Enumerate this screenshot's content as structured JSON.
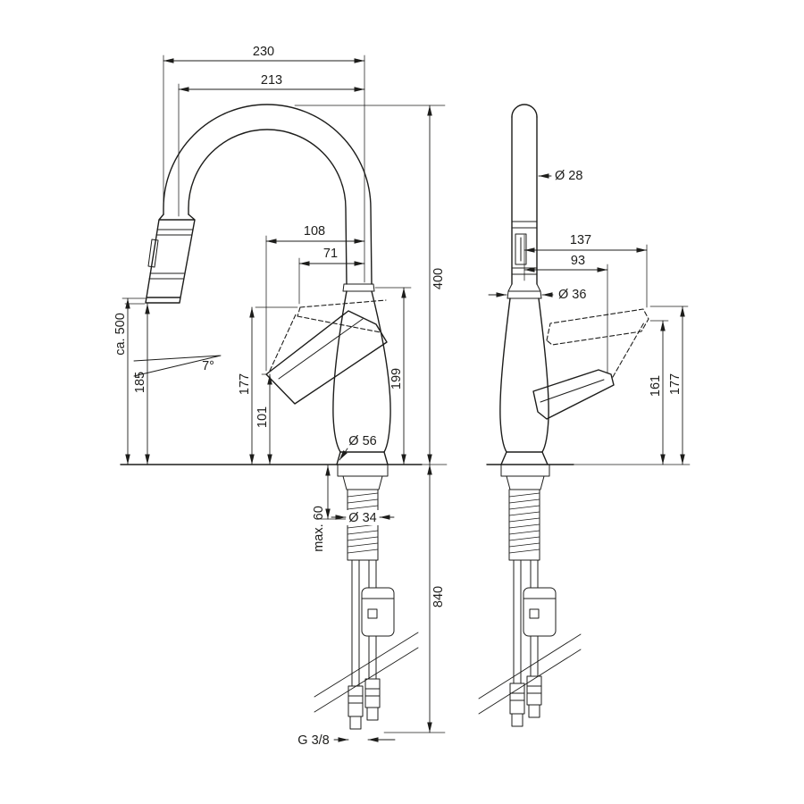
{
  "style": {
    "line_color": "#1d1d1b",
    "background": "#ffffff"
  },
  "labels": {
    "spout_reach_overall": "230",
    "spout_reach": "213",
    "hose_pullout_length": "ca. 500",
    "outlet_height": "185",
    "spray_angle": "7°",
    "handle_reach_raised": "108",
    "handle_reach": "71",
    "total_height": "400",
    "body_height": "199",
    "handle_height_raised": "177",
    "handle_height": "101",
    "base_diameter": "Ø 56",
    "deck_thickness_max": "max. 60",
    "shank_diameter": "Ø 34",
    "hose_length": "840",
    "thread_size": "G 3/8",
    "spout_diameter": "Ø 28",
    "side_handle_reach_raised": "137",
    "side_handle_reach": "93",
    "joint_diameter": "Ø 36",
    "side_handle_height": "161",
    "side_handle_height_raised": "177"
  }
}
